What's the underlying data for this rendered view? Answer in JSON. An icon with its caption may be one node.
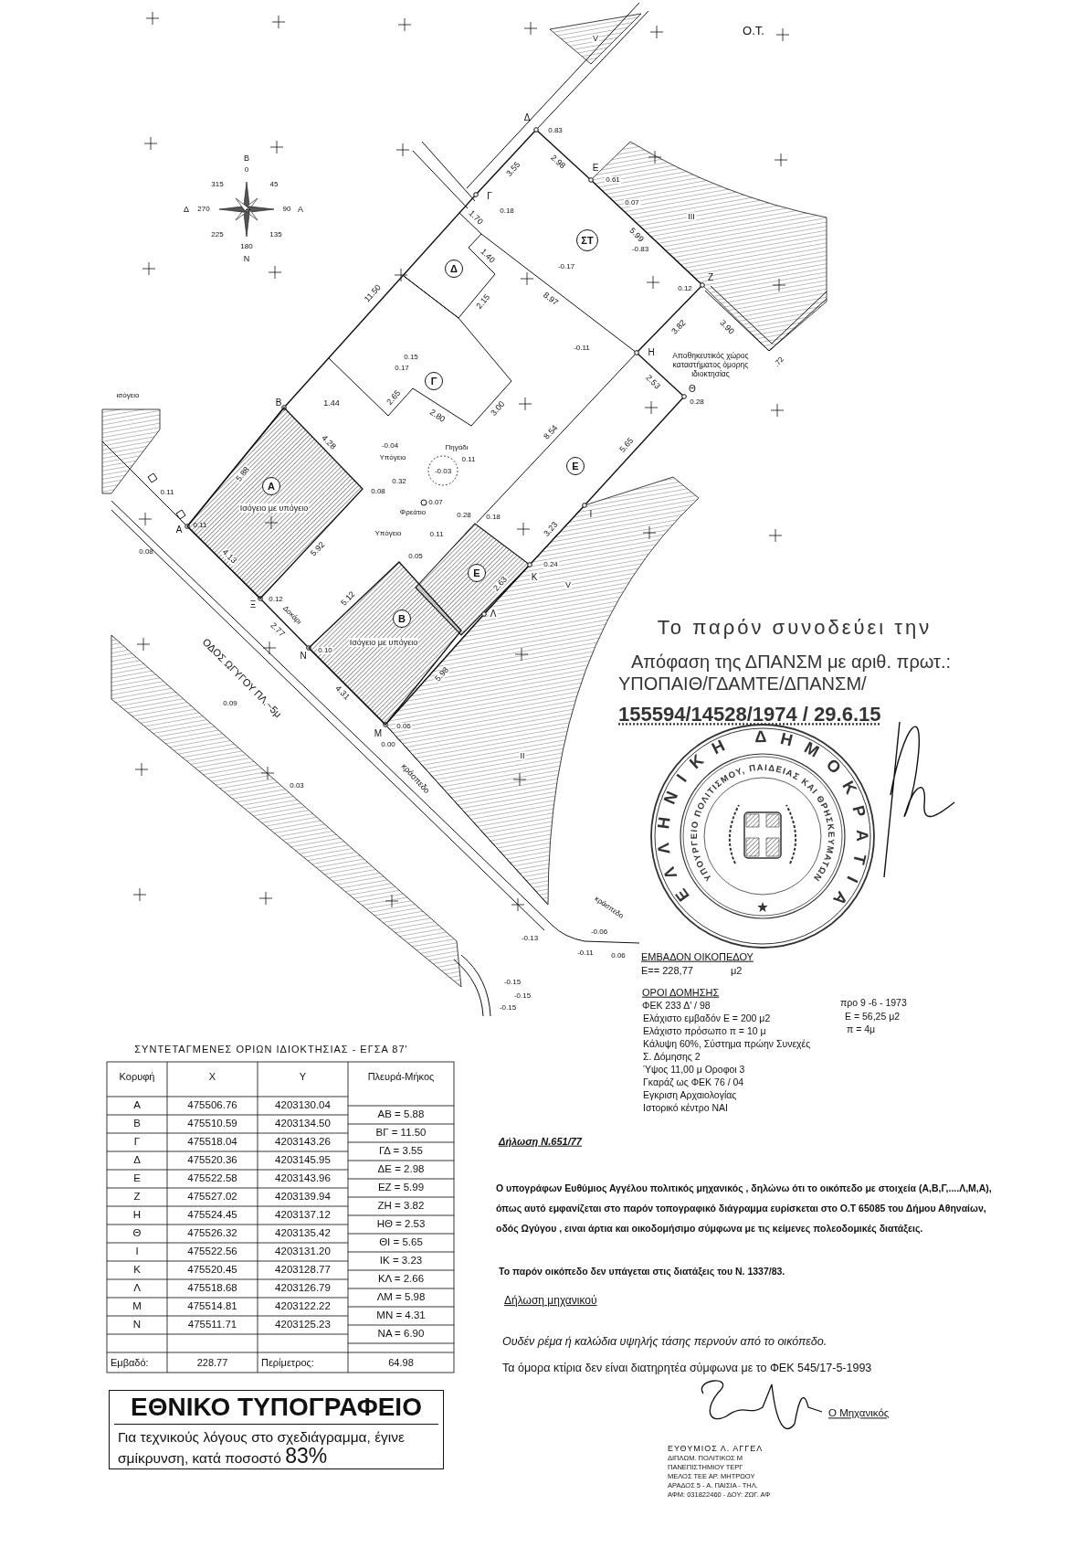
{
  "diagram": {
    "nodes": [
      {
        "text": [
          "ΣΤ"
        ]
      },
      {
        "text": [
          "Δ"
        ]
      },
      {
        "text": [
          "Γ"
        ]
      },
      {
        "text": [
          "Ε"
        ]
      },
      {
        "text": [
          "Ισόγειο με υπόγειο"
        ]
      },
      {
        "text": [
          "Α"
        ],
        "in": 4
      },
      {
        "text": [
          "Ε"
        ]
      },
      {
        "text": [
          "Ισόγειο με υπόγειο"
        ]
      },
      {
        "text": [
          "Β"
        ],
        "in": 7
      },
      {
        "text": [
          "ΕΛΛΗΝΙΚΗ ΔΗΜΟΚΡΑΤΙΑ",
          "ΥΠΟΥΡΓΕΙΟ ΠΟΛΙΤΙΣΜΟΥ, ΠΑΙΔΕΙΑΣ ΚΑΙ ΘΡΗΣΚΕΥΜΑΤΩΝ"
        ]
      },
      {
        "text": [
          "ΕΘΝΙΚΟ ΤΥΠΟΓΡΑΦΕΙΟ",
          "Για τεχνικούς λόγους στο σχεδιάγραμμα, έγινε σμίκρυνση, κατά ποσοστό",
          "83%"
        ]
      }
    ],
    "labels": [
      "Ο.Τ.",
      "V",
      "Β",
      "0",
      "315",
      "45",
      "Δ",
      "270",
      "90",
      "Α",
      "225",
      "135",
      "180",
      "Ν",
      "Δ",
      "0.83",
      "2.98",
      "3.55",
      "Ε",
      "0.61",
      "Γ",
      "0.18",
      "0.07",
      "III",
      "1.70",
      "5.99",
      "-0.83",
      "-0.17",
      "1.40",
      "Ζ",
      "0.12",
      "11.50",
      "2.15",
      "8.97",
      "3.82",
      "3.90",
      ".72",
      "-0.11",
      "Η",
      "Αποθηκευτικός χώρος καταστήματος όμορης ιδιοκτησίας",
      "0.15",
      "0.17",
      "2.53",
      "Θ",
      "0.28",
      "ισόγειο",
      "Β",
      "1.44",
      "2.65",
      "2.80",
      "3.00",
      "-0.04",
      "Πηγάδι",
      "8.54",
      "4.28",
      "Υπόγειο",
      "5.65",
      "0.11",
      "-0.03",
      "5.88",
      "0.11",
      "0.32",
      "0.08",
      "0.07",
      "Φρεάτιο",
      "Ι",
      "0.28",
      "0.18",
      "Α",
      "0.11",
      "3.23",
      "Υπόγειο",
      "0.11",
      "0.08",
      "5.92",
      "4.13",
      "0.05",
      "0.24",
      "Κ",
      "2.63",
      "V",
      "5.12",
      "0.12",
      "Ξ",
      "Λ",
      "Δοκάρι",
      "2.77",
      "0.10",
      "Ν",
      "5.98",
      "ΟΔΟΣ ΩΓΥΓΟΥ ΠΛ.~5μ",
      "4.31",
      "0.09",
      "0.06",
      "Μ",
      "0.00",
      "II",
      "κράσπεδο",
      "0.03",
      "Το παρόν συνοδεύει την",
      "Απόφαση της ΔΠΑΝΣΜ με αριθ. πρωτ.:",
      "ΥΠΟΠΑΙΘ/ΓΔΑΜΤΕ/ΔΠΑΝΣΜ/",
      "155594/14528/1974 / 29.6.15",
      "-0.13",
      "κράσπεδο",
      "-0.06",
      "-0.11",
      "0.06",
      "-0.15",
      "-0.15",
      "-0.15",
      "ΕΜΒΑΔΟΝ ΟΙΚΟΠΕΔΟΥ",
      "Ε== 228,77",
      "μ2",
      "ΟΡΟΙ ΔΟΜΗΣΗΣ",
      "ΦΕΚ 233 Δ' / 98",
      "προ 9 -6 - 1973",
      "Ελάχιστο εμβαδόν Ε = 200 μ2",
      "Ε = 56,25 μ2",
      "Ελάχιστο πρόσωπο π = 10 μ",
      "π = 4μ",
      "Κάλυψη 60%, Σύστημα πρώην Συνεχές",
      "Σ. Δόμησης 2",
      "Ύψος 11,00 μ Οροφοι 3",
      "Γκαράζ ως ΦΕΚ 76 / 04",
      "Εγκριση Αρχαιολογίας",
      "Ιστορικό κέντρο ΝΑΙ",
      "ΣΥΝΤΕΤΑΓΜΕΝΕΣ ΟΡΙΩΝ ΙΔΙΟΚΤΗΣΙΑΣ - ΕΓΣΑ 87'",
      "Κορυφή",
      "X",
      "Y",
      "Πλευρά-Μήκος",
      "Α",
      "475506.76",
      "4203130.04",
      "ΑΒ = 5.88",
      "Β",
      "475510.59",
      "4203134.50",
      "ΒΓ = 11.50",
      "Γ",
      "475518.04",
      "4203143.26",
      "ΓΔ = 3.55",
      "Δ",
      "475520.36",
      "4203145.95",
      "ΔΕ = 2.98",
      "Ε",
      "475522.58",
      "4203143.96",
      "ΕΖ = 5.99",
      "Ζ",
      "475527.02",
      "4203139.94",
      "ΖΗ = 3.82",
      "Η",
      "475524.45",
      "4203137.12",
      "ΗΘ = 2.53",
      "Θ",
      "475526.32",
      "4203135.42",
      "ΘΙ = 5.65",
      "Ι",
      "475522.56",
      "4203131.20",
      "ΙΚ = 3.23",
      "Κ",
      "475520.45",
      "4203128.77",
      "ΚΛ = 2.66",
      "Λ",
      "475518.68",
      "4203126.79",
      "ΛΜ = 5.98",
      "Μ",
      "475514.81",
      "4203122.22",
      "ΜΝ = 4.31",
      "Ν",
      "475511.71",
      "4203125.23",
      "ΝΑ = 6.90",
      "Εμβαδό:",
      "228.77",
      "Περίμετρος:",
      "64.98",
      "Δήλωση N.651/77",
      "Ο υπογράφων Ευθύμιος Αγγέλου πολιτικός μηχανικός , δηλώνω ότι το οικόπεδο με στοιχεία (Α,Β,Γ,....Λ,Μ,Α), όπως αυτό εμφανίζεται στο παρόν τοπογραφικό διάγραμμα ευρίσκεται στο Ο.Τ 65085 του Δήμου Αθηναίων, οδός Ωγύγου , ειναι άρτια και οικοδομήσιμο σύμφωνα με τις κείμενες πολεοδομικές διατάξεις.",
      "Το παρόν οικόπεδο δεν υπάγεται στις διατάξεις του Ν. 1337/83.",
      "Δήλωση μηχανικού",
      "Ουδέν ρέμα ή καλώδια υψηλής τάσης περνούν από το οικόπεδο.",
      "Τα όμορα κτίρια δεν είναι διατηρητέα σύμφωνα με το ΦΕΚ 545/17-5-1993",
      "Ο Μηχανικός",
      "ΕΥΘΥΜΙΟΣ Λ. ΑΓΓΕΛ",
      "ΔΙΠΛΩΜ. ΠΟΛΙΤΙΚΟΣ Μ",
      "ΠΑΝΕΠΙΣΤΗΜΙΟΥ ΤΕΡΓ",
      "ΜΕΛΟΣ ΤΕΕ ΑΡ. ΜΗΤΡΩΟΥ",
      "ΑΡΑΔΟΣ 5 - Α. ΠΑΙΣΙΑ - ΤΗΛ.",
      "ΑΦΜ: 031822460 - ΔΟΥ: ΖΩΓ. ΑΦ"
    ]
  }
}
